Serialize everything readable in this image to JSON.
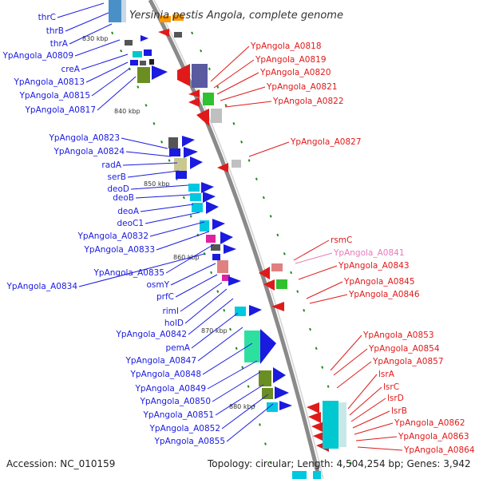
{
  "title": "Yersinia pestis Angola, complete genome",
  "footer": {
    "accession": "Accession: NC_010159",
    "summary": "Topology: circular; Length: 4,504,254 bp; Genes: 3,942"
  },
  "colors": {
    "forward": "#1a1ae0",
    "reverse": "#e01a1a",
    "pink": "#e87ab8",
    "backbone": "#888888",
    "tick": "#228b22"
  },
  "kbp_ticks": [
    "830 kbp",
    "840 kbp",
    "850 kbp",
    "860 kbp",
    "870 kbp",
    "880 kbp"
  ],
  "left_labels": [
    "thrC",
    "thrB",
    "thrA",
    "YpAngola_A0809",
    "creA",
    "YpAngola_A0813",
    "YpAngola_A0815",
    "YpAngola_A0817",
    "YpAngola_A0823",
    "YpAngola_A0824",
    "radA",
    "serB",
    "deoD",
    "deoB",
    "deoA",
    "deoC1",
    "YpAngola_A0832",
    "YpAngola_A0833",
    "YpAngola_A0835",
    "YpAngola_A0834",
    "osmY",
    "prfC",
    "rimI",
    "holD",
    "YpAngola_A0842",
    "pemA",
    "YpAngola_A0847",
    "YpAngola_A0848",
    "YpAngola_A0849",
    "YpAngola_A0850",
    "YpAngola_A0851",
    "YpAngola_A0852",
    "YpAngola_A0855"
  ],
  "right_labels": [
    "YpAngola_A0818",
    "YpAngola_A0819",
    "YpAngola_A0820",
    "YpAngola_A0821",
    "YpAngola_A0822",
    "YpAngola_A0827",
    "rsmC",
    "YpAngola_A0841",
    "YpAngola_A0843",
    "YpAngola_A0845",
    "YpAngola_A0846",
    "YpAngola_A0853",
    "YpAngola_A0854",
    "YpAngola_A0857",
    "lsrA",
    "lsrC",
    "lsrD",
    "lsrB",
    "YpAngola_A0862",
    "YpAngola_A0863",
    "YpAngola_A0864"
  ]
}
